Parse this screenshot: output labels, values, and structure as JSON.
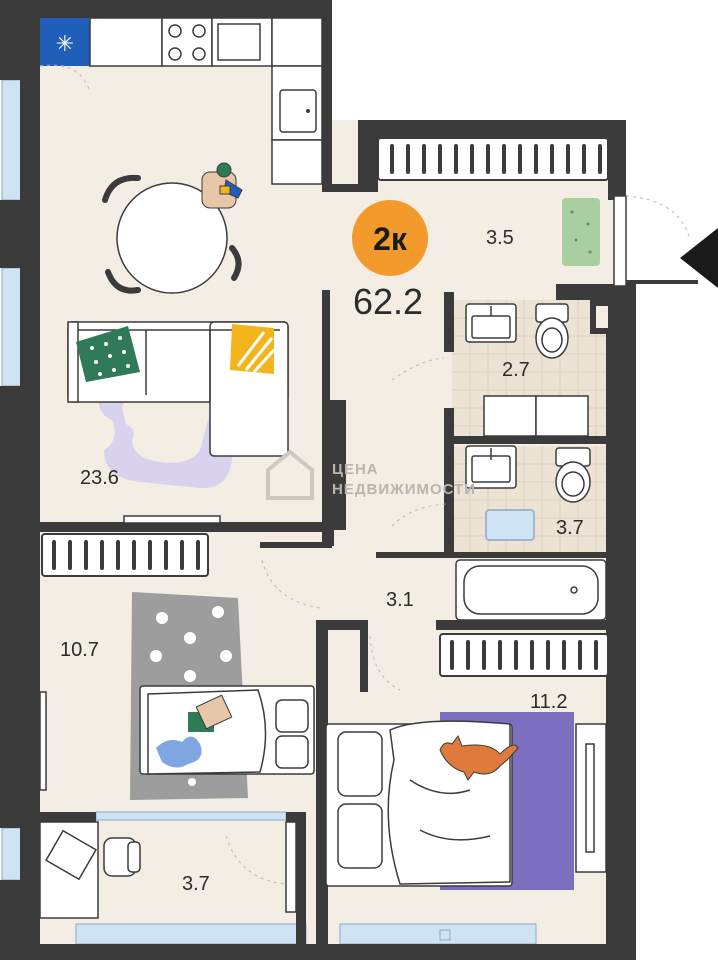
{
  "plan": {
    "badge": "2к",
    "total_area": "62.2",
    "watermark": [
      "ЦЕНА",
      "НЕДВИЖИМОСТИ"
    ],
    "rooms": {
      "living": "23.6",
      "balcony_top": "3.5",
      "bath_1": "2.7",
      "bath_2": "3.7",
      "hall": "3.1",
      "bedroom_left": "10.7",
      "bedroom_right": "11.2",
      "balcony_bottom": "3.7"
    }
  },
  "colors": {
    "wall": "#3b3b3b",
    "floor": "#f3ede4",
    "tile": "#ece3d5",
    "badge": "#f39a2c",
    "window": "#cfe3f4",
    "fridge": "#1f5fb8",
    "purple": "#7c6fbf",
    "rug_grey": "#9d9d9d",
    "rug_lilac": "#d9d2ee",
    "green": "#2f7a57",
    "yellow": "#f2b51b",
    "cat": "#e07a3c",
    "mat": "#a9cfa1"
  },
  "icons": {
    "fridge": "snowflake-icon",
    "entrance": "entrance-arrow-icon"
  }
}
